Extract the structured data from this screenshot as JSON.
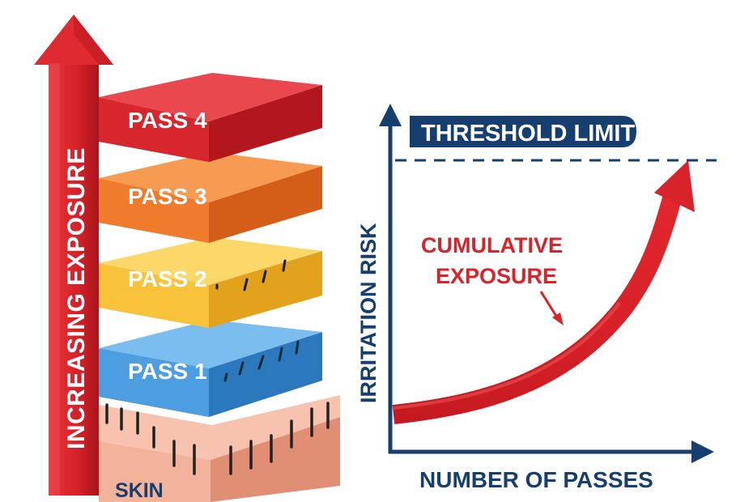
{
  "exposure_arrow": {
    "label": "INCREASING EXPOSURE",
    "color": "#d8232a"
  },
  "layers": [
    {
      "id": "skin",
      "label": "SKIN",
      "color": "#f2a58c"
    },
    {
      "id": "pass1",
      "label": "PASS 1",
      "color": "#4b9fe0"
    },
    {
      "id": "pass2",
      "label": "PASS 2",
      "color": "#f8c33a"
    },
    {
      "id": "pass3",
      "label": "PASS 3",
      "color": "#f07a2a"
    },
    {
      "id": "pass4",
      "label": "PASS 4",
      "color": "#d8262f"
    }
  ],
  "graph": {
    "threshold_label": "THRESHOLD LIMIT",
    "y_axis_label": "IRRITATION RISK",
    "x_axis_label": "NUMBER OF PASSES",
    "curve_label_line1": "CUMULATIVE",
    "curve_label_line2": "EXPOSURE",
    "axis_color": "#163e6e",
    "curve_color": "#d8232a"
  }
}
